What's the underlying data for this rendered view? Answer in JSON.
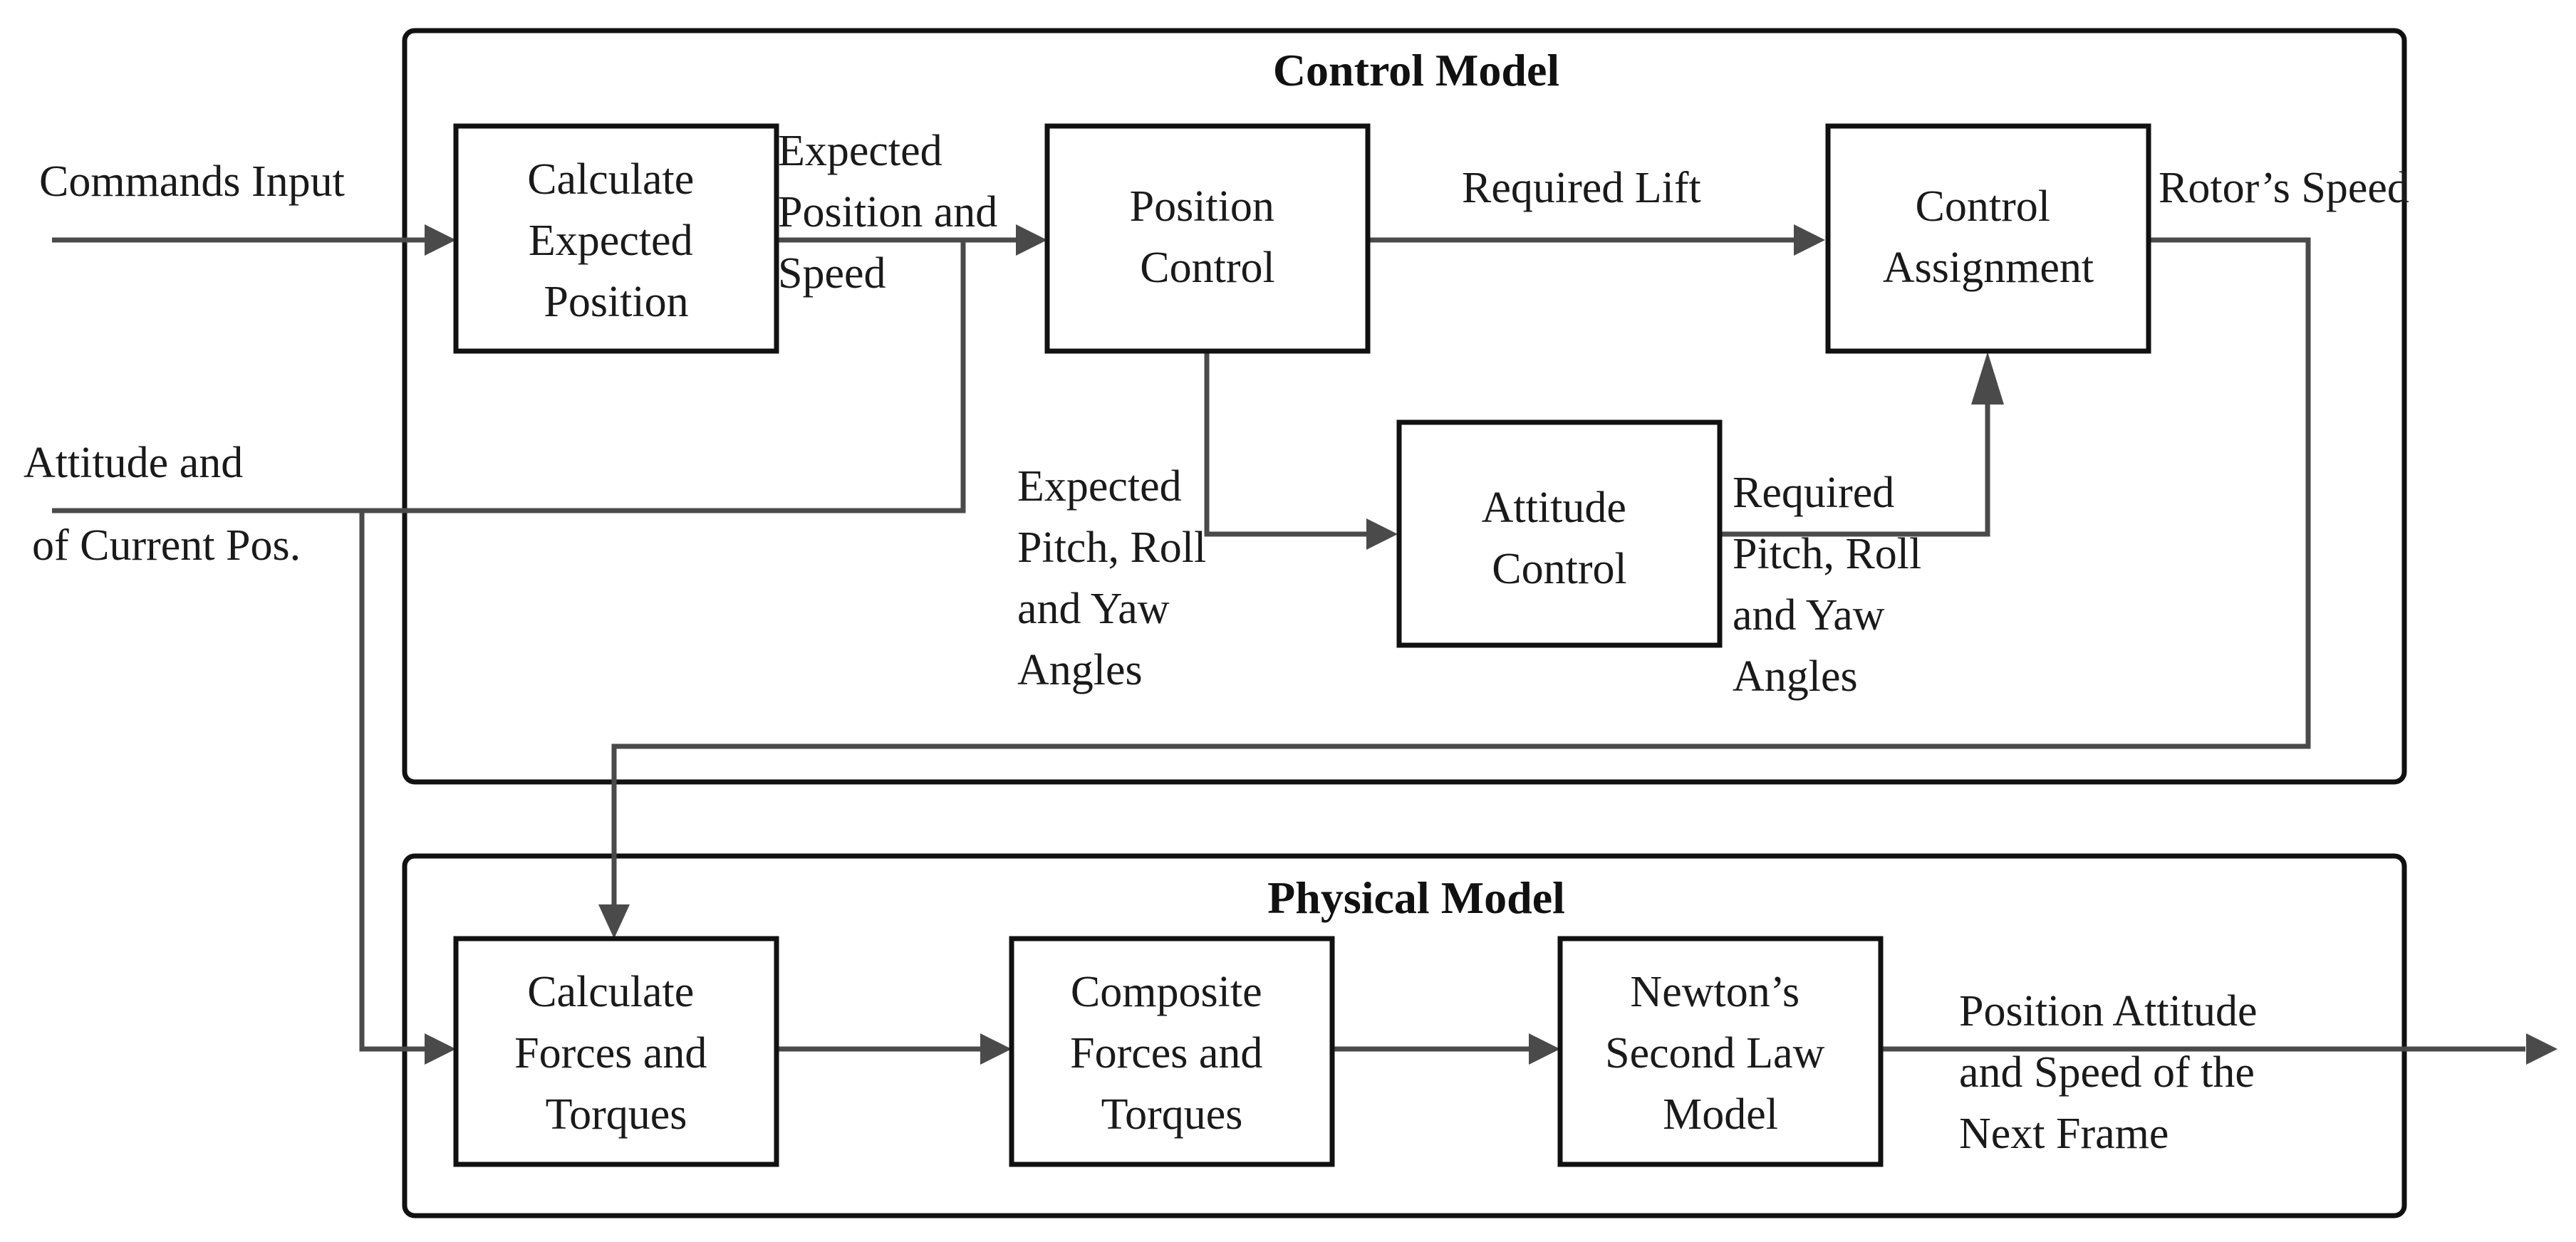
{
  "groups": {
    "control": "Control Model",
    "physical": "Physical Model"
  },
  "blocks": {
    "calc_expected": [
      "Calculate",
      "Expected",
      "Position"
    ],
    "position_control": [
      "Position",
      "Control"
    ],
    "control_assignment": [
      "Control",
      "Assignment"
    ],
    "attitude_control": [
      "Attitude",
      "Control"
    ],
    "calc_forces": [
      "Calculate",
      "Forces and",
      "Torques"
    ],
    "composite_forces": [
      "Composite",
      "Forces and",
      "Torques"
    ],
    "newton": [
      "Newton’s",
      "Second Law",
      "Model"
    ]
  },
  "signals": {
    "commands_input": [
      "Commands Input"
    ],
    "attitude_current": [
      "Attitude and",
      "of Current Pos."
    ],
    "expected_pos_speed": [
      "Expected",
      "Position  and",
      "Speed"
    ],
    "required_lift": [
      "Required Lift"
    ],
    "rotor_speed": [
      "Rotor’s Speed"
    ],
    "expected_angles": [
      "Expected",
      "Pitch, Roll",
      "and Yaw",
      "Angles"
    ],
    "required_angles": [
      "Required",
      "Pitch, Roll",
      "and Yaw",
      "Angles"
    ],
    "next_frame": [
      "Position Attitude",
      "and Speed of the",
      "Next Frame"
    ]
  }
}
